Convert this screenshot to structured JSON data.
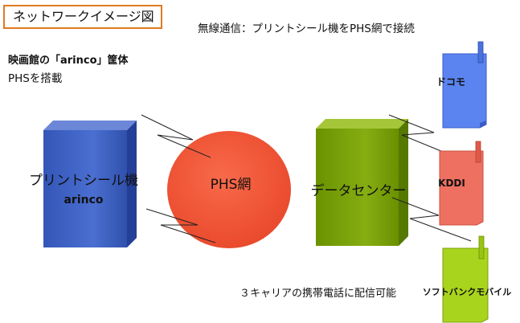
{
  "title": "ネットワークイメージ図",
  "subtitle": "無線通信：プリントシール機をPHS網で接続",
  "cabinet_label": "映画館の「arinco」筐体",
  "cabinet_sub": "PHSを搭載",
  "machine": {
    "line1": "プリントシール機",
    "line2": "arinco"
  },
  "network_label": "PHS網",
  "datacenter_label": "データセンター",
  "carriers": [
    {
      "name": "ドコモ",
      "color": "#5b84f0"
    },
    {
      "name": "KDDI",
      "color": "#ee7060"
    },
    {
      "name": "ソフトバンクモバイル",
      "color": "#a8d41e"
    }
  ],
  "carrier_note": "３キャリアの携帯電話に配信可能",
  "colors": {
    "title_border": "#e07a20",
    "machine_front": "#3e5fc0",
    "network_fill": "#f25a3c",
    "datacenter_front": "#7aa00a"
  }
}
